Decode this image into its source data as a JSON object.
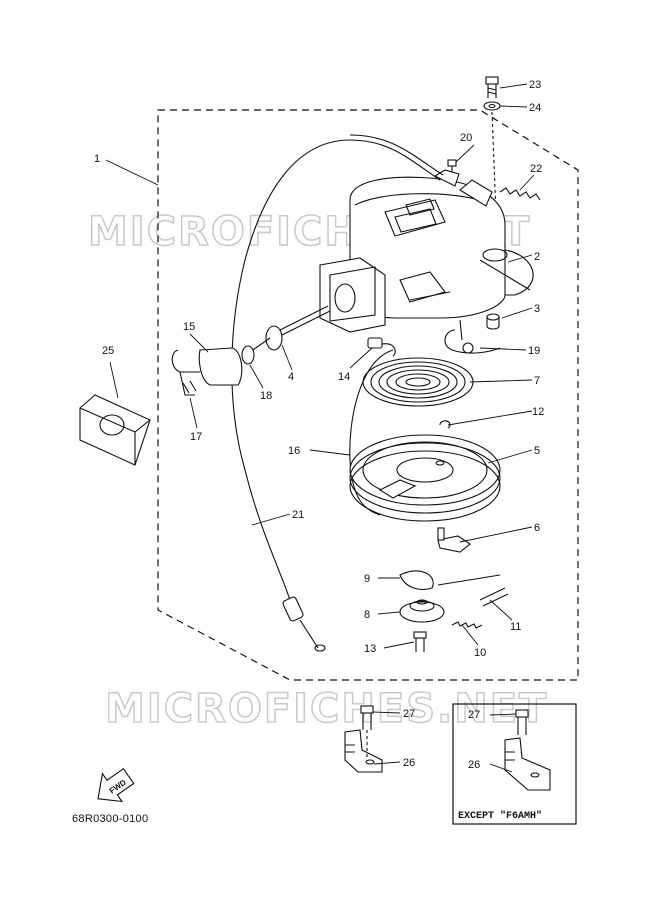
{
  "watermark": "MICROFICHES.NET",
  "drawing_code": "68R0300-0100",
  "fwd_label": "FWD",
  "except_note": "EXCEPT \"F6AMH\"",
  "callouts": [
    {
      "n": "1"
    },
    {
      "n": "2"
    },
    {
      "n": "3"
    },
    {
      "n": "4"
    },
    {
      "n": "5"
    },
    {
      "n": "6"
    },
    {
      "n": "7"
    },
    {
      "n": "8"
    },
    {
      "n": "9"
    },
    {
      "n": "10"
    },
    {
      "n": "11"
    },
    {
      "n": "12"
    },
    {
      "n": "13"
    },
    {
      "n": "14"
    },
    {
      "n": "15"
    },
    {
      "n": "16"
    },
    {
      "n": "17"
    },
    {
      "n": "18"
    },
    {
      "n": "19"
    },
    {
      "n": "20"
    },
    {
      "n": "21"
    },
    {
      "n": "22"
    },
    {
      "n": "23"
    },
    {
      "n": "24"
    },
    {
      "n": "25"
    },
    {
      "n": "26"
    },
    {
      "n": "27"
    }
  ],
  "inset_callouts": [
    {
      "n": "27"
    },
    {
      "n": "26"
    }
  ],
  "colors": {
    "line": "#111111",
    "watermark": "#c9c9c9"
  }
}
